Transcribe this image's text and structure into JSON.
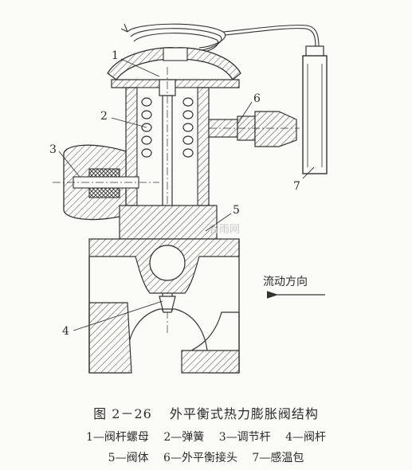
{
  "diagram": {
    "part_labels": [
      "1",
      "2",
      "3",
      "4",
      "5",
      "6",
      "7"
    ],
    "flow_label": "流动方向",
    "watermark": "谷雨网"
  },
  "caption": {
    "figure_number": "图 2－26",
    "title": "外平衡式热力膨胀阀结构"
  },
  "legend": [
    {
      "num": "1",
      "name": "阀杆螺母"
    },
    {
      "num": "2",
      "name": "弹簧"
    },
    {
      "num": "3",
      "name": "调节杆"
    },
    {
      "num": "4",
      "name": "阀杆"
    },
    {
      "num": "5",
      "name": "阀体"
    },
    {
      "num": "6",
      "name": "外平衡接头"
    },
    {
      "num": "7",
      "name": "感温包"
    }
  ],
  "legend_separator": "—"
}
